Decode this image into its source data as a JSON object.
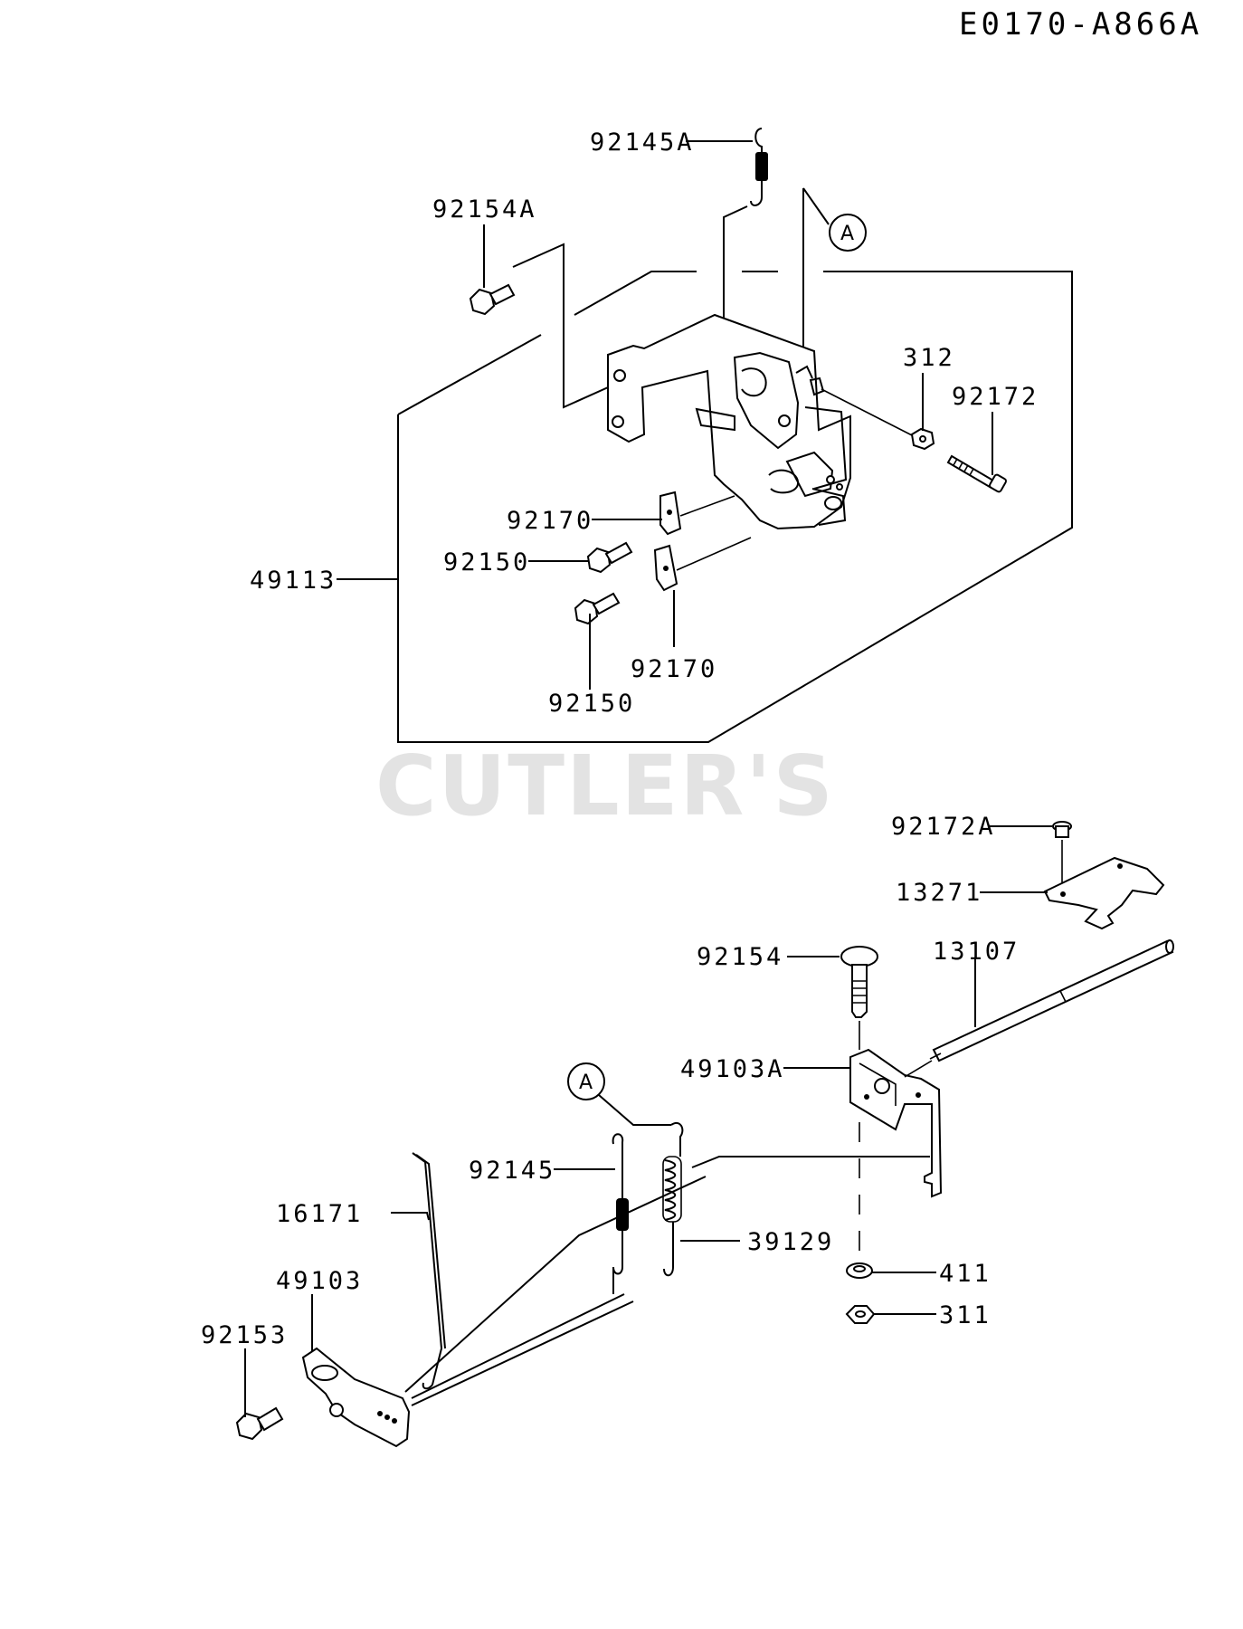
{
  "diagram_code": "E0170-A866A",
  "watermark": "CUTLER'S",
  "callout_letter": "A",
  "part_labels": {
    "p92145A": "92145A",
    "p92154A": "92154A",
    "p312": "312",
    "p92172": "92172",
    "p92170a": "92170",
    "p92150a": "92150",
    "p49113": "49113",
    "p92170b": "92170",
    "p92150b": "92150",
    "p92172A": "92172A",
    "p13271": "13271",
    "p92154": "92154",
    "p13107": "13107",
    "p49103A": "49103A",
    "p92145": "92145",
    "p16171": "16171",
    "p39129": "39129",
    "p49103": "49103",
    "p411": "411",
    "p92153": "92153",
    "p311": "311"
  }
}
